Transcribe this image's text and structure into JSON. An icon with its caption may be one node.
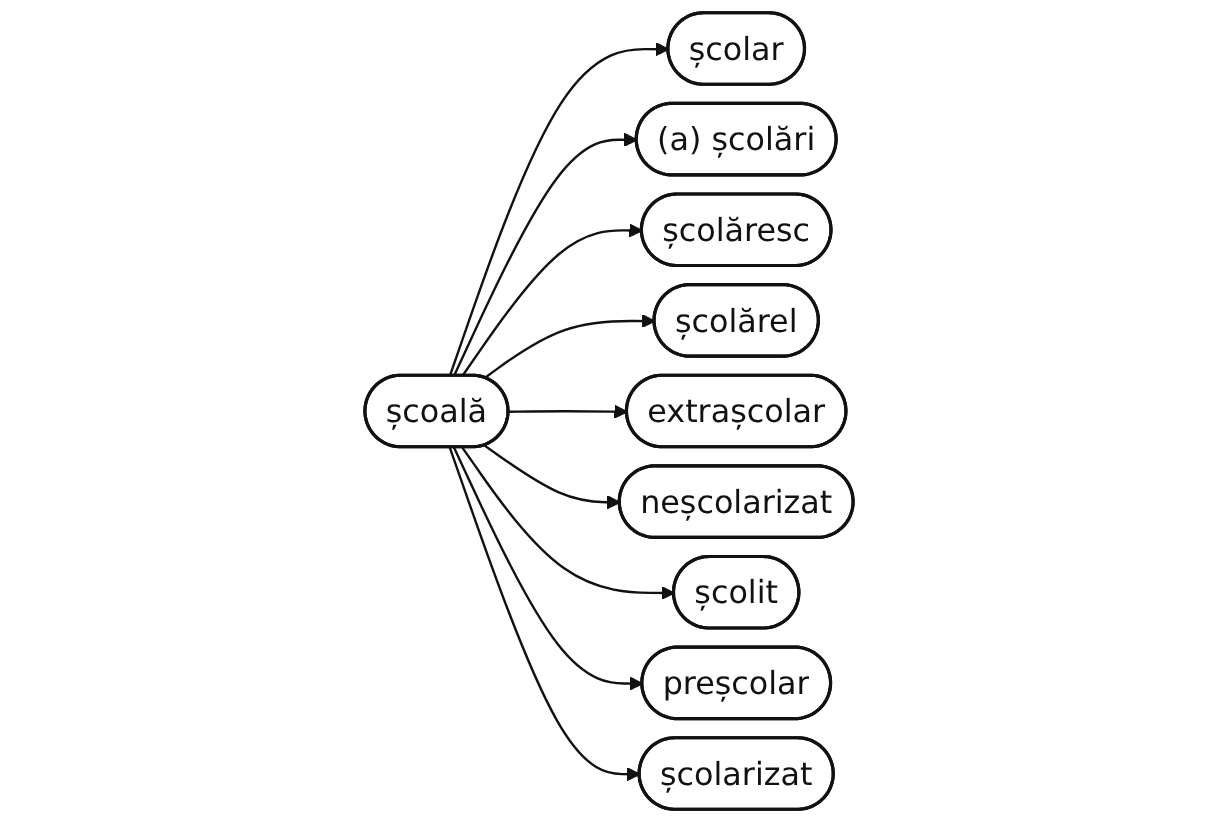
{
  "diagram": {
    "nodes": [
      {
        "text": [
          "școlar"
        ]
      },
      {
        "text": [
          "(a) școlări"
        ]
      },
      {
        "text": [
          "școlăresc"
        ]
      },
      {
        "text": [
          "școlărel"
        ]
      },
      {
        "text": [
          "extrașcolar"
        ]
      },
      {
        "text": [
          "școală"
        ]
      },
      {
        "text": [
          "neșcolarizat"
        ]
      },
      {
        "text": [
          "școlit"
        ]
      },
      {
        "text": [
          "preșcolar"
        ]
      },
      {
        "text": [
          "școlarizat"
        ]
      }
    ],
    "edges": [
      {
        "from": 5,
        "to": 0,
        "arrow": "to"
      },
      {
        "from": 5,
        "to": 1,
        "arrow": "to"
      },
      {
        "from": 5,
        "to": 2,
        "arrow": "to"
      },
      {
        "from": 5,
        "to": 3,
        "arrow": "to"
      },
      {
        "from": 5,
        "to": 4,
        "arrow": "to"
      },
      {
        "from": 5,
        "to": 6,
        "arrow": "to"
      },
      {
        "from": 5,
        "to": 7,
        "arrow": "to"
      },
      {
        "from": 5,
        "to": 8,
        "arrow": "to"
      },
      {
        "from": 5,
        "to": 9,
        "arrow": "to"
      }
    ]
  }
}
